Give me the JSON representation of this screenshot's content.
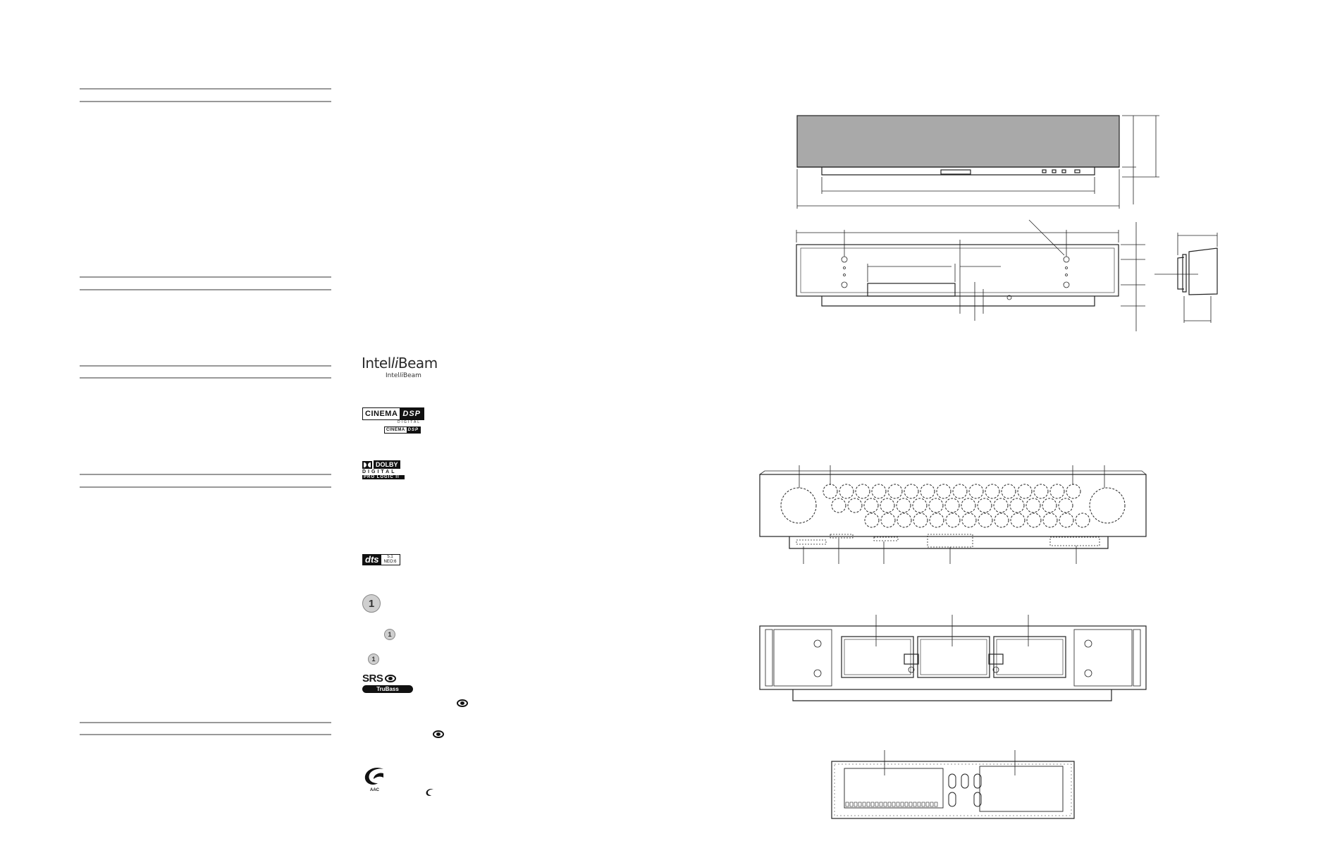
{
  "logos": {
    "intellibeam_prefix": "Intel",
    "intellibeam_mid": "li",
    "intellibeam_suffix": "Beam",
    "cinema_left": "CINEMA",
    "cinema_right": "DSP",
    "cinema_sub": "DIGITAL",
    "dolby_word": "DOLBY",
    "dolby_digital": "DIGITAL",
    "dolby_prologic": "PRO LOGIC II",
    "dts_mark": "dts",
    "dts_top": "5.1",
    "dts_bottom": "NEO:6",
    "one_glyph": "1",
    "srs_word": "SRS",
    "trubass": "TruBass",
    "aac_label": "AAC"
  }
}
